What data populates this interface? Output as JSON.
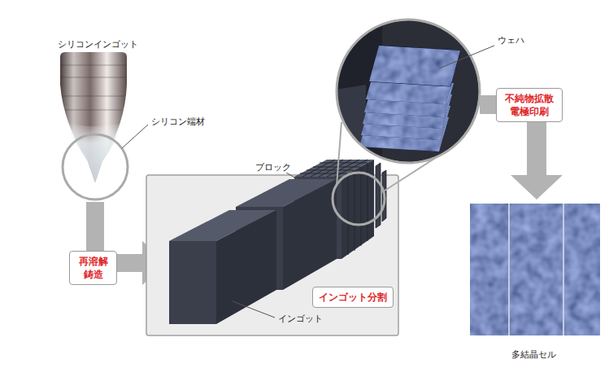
{
  "diagram": {
    "nodes": [
      {
        "text": [
          "再溶解 鋳造"
        ]
      },
      {
        "text": [
          "インゴット分割"
        ]
      },
      {
        "text": [
          "不純物拡散 電極印刷"
        ]
      }
    ],
    "labels": [
      "シリコンインゴット",
      "シリコン端材",
      "ブロック",
      "インゴット",
      "ウェハ",
      "多結晶セル"
    ]
  }
}
